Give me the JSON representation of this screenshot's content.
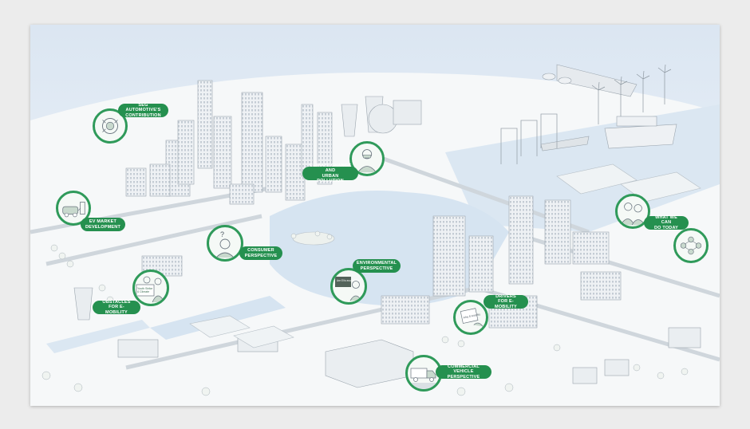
{
  "colors": {
    "accent": "#25904f",
    "accent_border": "#2f9a5a",
    "water": "#d6e4f1",
    "sky": "#dfe9f4",
    "building": "#e7ebee",
    "building_stroke": "#9aa4ad"
  },
  "hotspots": [
    {
      "id": "seg",
      "label": "SEG AUTOMOTIVE'S\nCONTRIBUTION",
      "icon": "alternator-icon"
    },
    {
      "id": "climate",
      "label": "CLIMATE CHANGE AND\nURBAN POLLUTION",
      "icon": "person-mask-icon"
    },
    {
      "id": "ev",
      "label": "EV MARKET\nDEVELOPMENT",
      "icon": "charging-car-icon"
    },
    {
      "id": "consumer",
      "label": "CONSUMER\nPERSPECTIVE",
      "icon": "question-person-icon"
    },
    {
      "id": "environmental",
      "label": "ENVIRONMENTAL\nPERSPECTIVE",
      "icon": "teacher-icon",
      "bubble_text": "Are EVs eco-friendly?"
    },
    {
      "id": "obstacles",
      "label": "OBSTACLES\nFOR E-MOBILITY",
      "icon": "protest-sign-icon",
      "sign_text": "Youth Strike\n4 Climate"
    },
    {
      "id": "drivers",
      "label": "DRIVERS\nFOR E-MOBILITY",
      "icon": "brochure-icon",
      "card_text": "Why E-Mobility"
    },
    {
      "id": "today",
      "label": "WHAT WE CAN\nDO TODAY",
      "icon": "people-icon"
    },
    {
      "id": "commercial",
      "label": "COMMERCIAL\nVEHICLE PERSPECTIVE",
      "icon": "truck-icon"
    }
  ]
}
